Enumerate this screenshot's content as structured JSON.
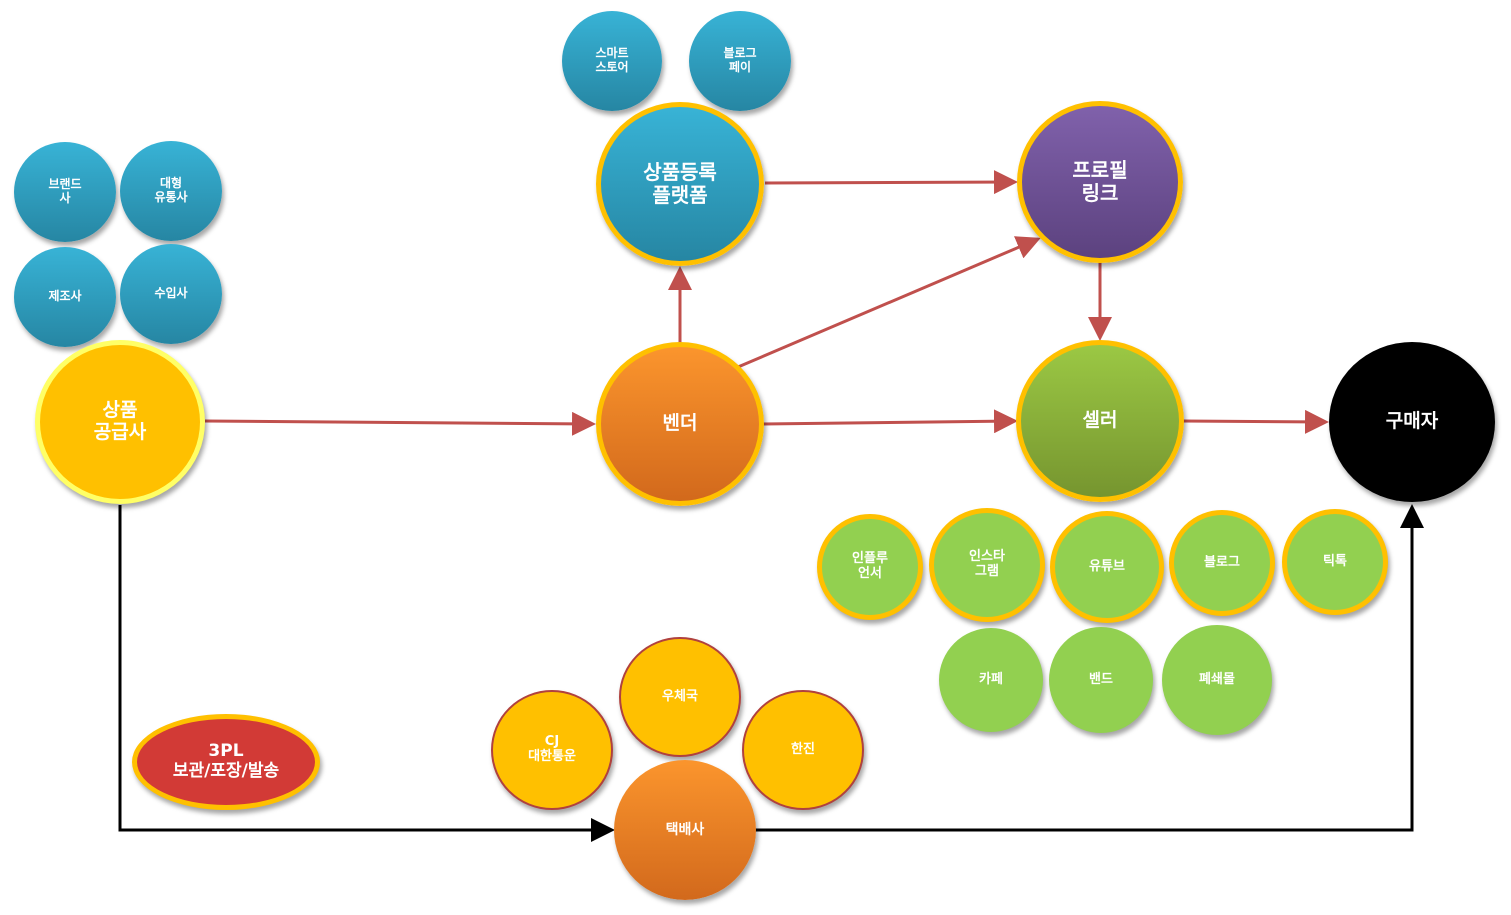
{
  "nodes": {
    "smart_store": "스마트\n스토어",
    "blog_pay": "블로그\n페이",
    "product_platform": "상품등록\n플랫폼",
    "profile_link": "프로필\n링크",
    "brand": "브랜드\n사",
    "large_distributor": "대형\n유통사",
    "manufacturer": "제조사",
    "importer": "수입사",
    "supplier": "상품\n공급사",
    "vendor": "벤더",
    "seller": "셀러",
    "buyer": "구매자",
    "influencer": "인플루\n언서",
    "instagram": "인스타\n그램",
    "youtube": "유튜브",
    "blog": "블로그",
    "tiktok": "틱톡",
    "cafe": "카페",
    "band": "밴드",
    "closed_mall": "폐쇄몰",
    "post_office": "우체국",
    "cj": "CJ\n대한통운",
    "hanjin": "한진",
    "courier": "택배사",
    "three_pl": "3PL\n보관/포장/발송"
  },
  "colors": {
    "arrow_red": "#c0504d",
    "arrow_black": "#000000",
    "ring": "#ffc000"
  }
}
